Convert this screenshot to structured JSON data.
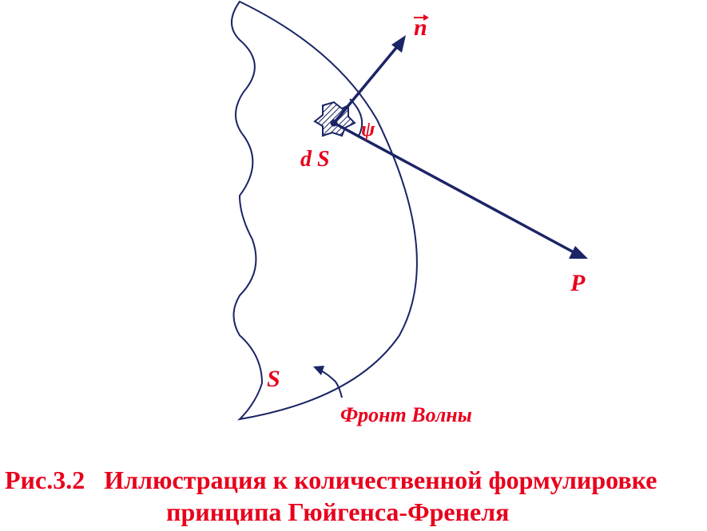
{
  "colors": {
    "line": "#1b2466",
    "label": "#e8001c",
    "caption": "#e8001c",
    "hatch": "#1b2466"
  },
  "labels": {
    "normal": "n",
    "angle": "ψ",
    "element": "d S",
    "point": "P",
    "surface": "S",
    "front": "Фронт Волны"
  },
  "caption": {
    "line1": "Рис.3.2   Иллюстрация к количественной формулировке",
    "line2": "принципа Гюйгенса-Френеля"
  }
}
